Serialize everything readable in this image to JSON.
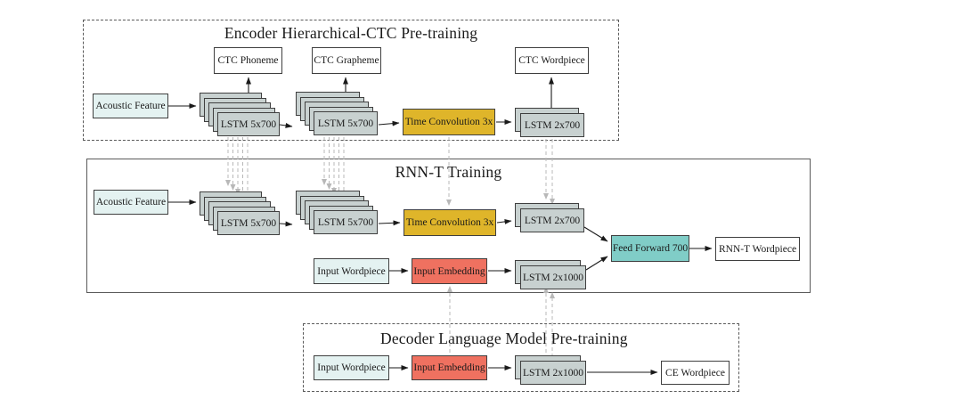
{
  "figure": {
    "sections": {
      "encoder_pretraining": {
        "title": "Encoder Hierarchical-CTC Pre-training",
        "border_style": "dashed"
      },
      "rnnt_training": {
        "title": "RNN-T Training",
        "border_style": "solid"
      },
      "decoder_pretraining": {
        "title": "Decoder Language Model Pre-training",
        "border_style": "dashed"
      }
    },
    "labels": {
      "acoustic_feature": "Acoustic Feature",
      "ctc_phoneme": "CTC Phoneme",
      "ctc_grapheme": "CTC Grapheme",
      "ctc_wordpiece": "CTC Wordpiece",
      "lstm_5x700": "LSTM 5x700",
      "lstm_2x700": "LSTM 2x700",
      "lstm_2x1000": "LSTM 2x1000",
      "time_convolution": "Time Convolution 3x",
      "feed_forward": "Feed Forward 700",
      "rnnt_wordpiece": "RNN-T Wordpiece",
      "input_wordpiece": "Input Wordpiece",
      "input_embedding": "Input Embedding",
      "ce_wordpiece": "CE Wordpiece"
    },
    "colors": {
      "feature_box": "#e4f2f1",
      "lstm_box": "#c8d1d0",
      "conv_box": "#dfb52a",
      "embedding_box": "#ef7160",
      "feedforward_box": "#80cdc7",
      "output_box": "#ffffff",
      "box_border": "#3f3f3f",
      "section_border": "#5a5a5a",
      "arrow": "#1a1a1a",
      "transfer_arrow": "#b8b8b8",
      "text": "#1a1a1a"
    }
  }
}
